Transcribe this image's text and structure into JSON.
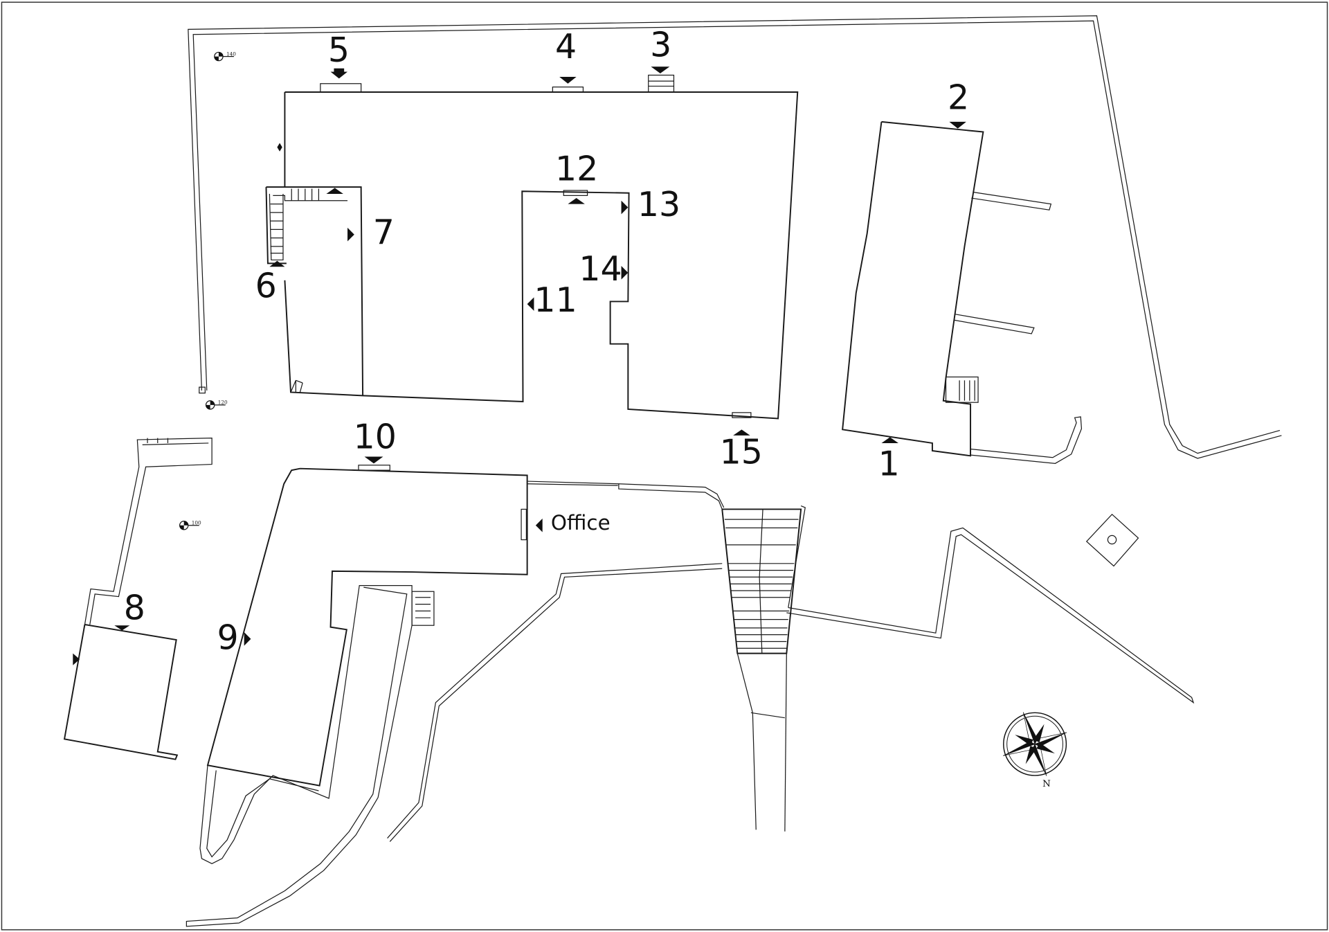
{
  "title": "Site floor plan with numbered entrances",
  "entrances": [
    "1",
    "2",
    "3",
    "4",
    "5",
    "6",
    "7",
    "8",
    "9",
    "10",
    "11",
    "12",
    "13",
    "14",
    "15"
  ],
  "office_label": "Office",
  "elevations": [
    "140",
    "120",
    "100"
  ],
  "compass": {
    "north_label": "N"
  },
  "colors": {
    "line": "#1a1a1a",
    "background": "#ffffff"
  }
}
